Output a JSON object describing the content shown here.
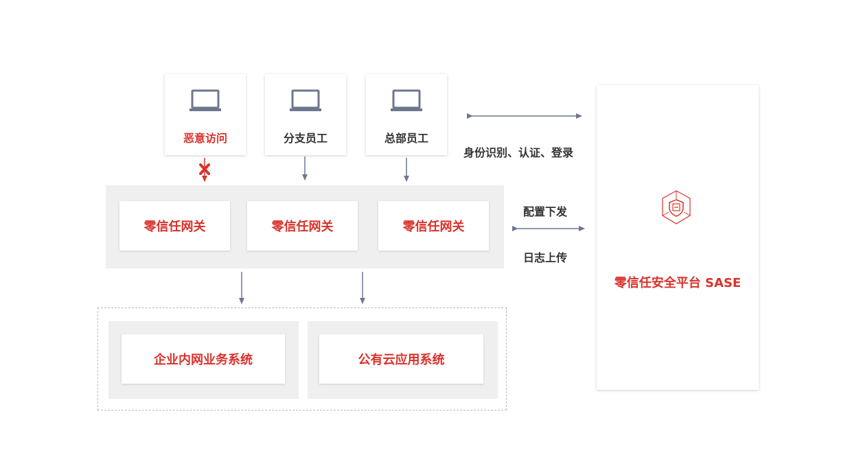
{
  "users": [
    {
      "label": "恶意访问",
      "malicious": true
    },
    {
      "label": "分支员工",
      "malicious": false
    },
    {
      "label": "总部员工",
      "malicious": false
    }
  ],
  "gateways": [
    "零信任网关",
    "零信任网关",
    "零信任网关"
  ],
  "systems": [
    "企业内网业务系统",
    "公有云应用系统"
  ],
  "links": {
    "identity": "身份识别、认证、登录",
    "config": "配置下发",
    "log": "日志上传"
  },
  "platform": {
    "title": "零信任安全平台 SASE"
  },
  "colors": {
    "accent": "#d8322b",
    "arrow": "#6e7790",
    "laptop": "#6e7790"
  }
}
